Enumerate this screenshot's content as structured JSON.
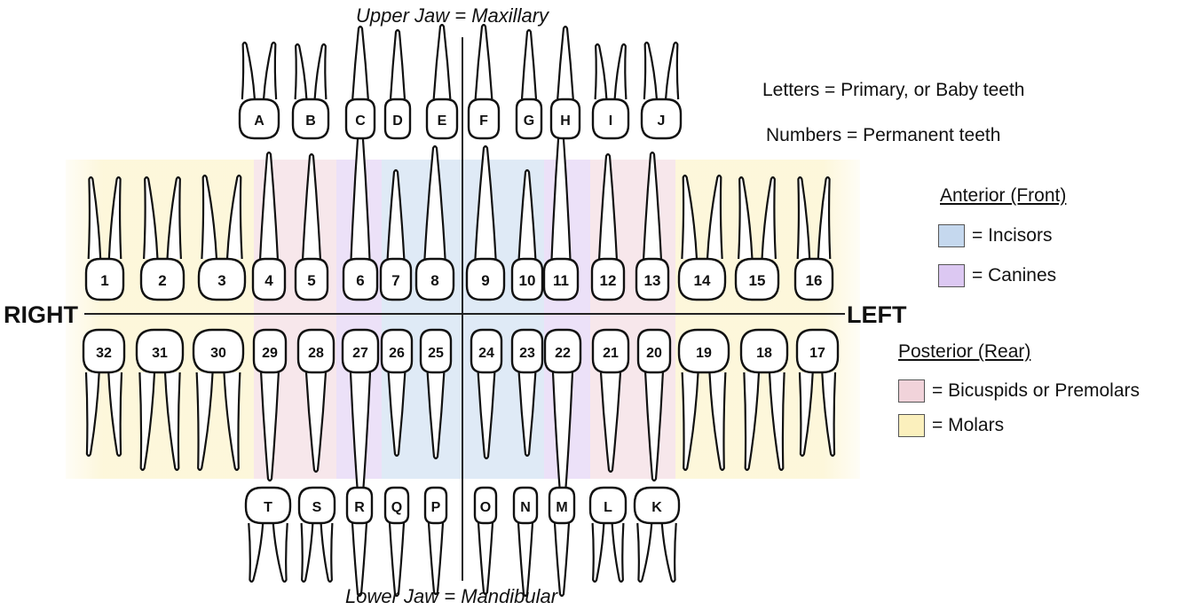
{
  "captions": {
    "upper_jaw": "Upper Jaw = Maxillary",
    "lower_jaw": "Lower Jaw = Mandibular",
    "right": "RIGHT",
    "left": "LEFT"
  },
  "legend": {
    "letters_note": "Letters = Primary, or Baby teeth",
    "numbers_note": "Numbers = Permanent teeth",
    "anterior_heading": "Anterior (Front)",
    "incisors": {
      "label": "= Incisors",
      "color": "#c5d8ee"
    },
    "canines": {
      "label": "= Canines",
      "color": "#dcc8f2"
    },
    "posterior_heading": "Posterior (Rear)",
    "bicuspids": {
      "label": "= Bicuspids or Premolars",
      "color": "#f1d3da"
    },
    "molars": {
      "label": "= Molars",
      "color": "#fbf0bd"
    }
  },
  "teeth": {
    "primary_upper": [
      "A",
      "B",
      "C",
      "D",
      "E",
      "F",
      "G",
      "H",
      "I",
      "J"
    ],
    "permanent_upper": [
      "1",
      "2",
      "3",
      "4",
      "5",
      "6",
      "7",
      "8",
      "9",
      "10",
      "11",
      "12",
      "13",
      "14",
      "15",
      "16"
    ],
    "permanent_lower": [
      "32",
      "31",
      "30",
      "29",
      "28",
      "27",
      "26",
      "25",
      "24",
      "23",
      "22",
      "21",
      "20",
      "19",
      "18",
      "17"
    ],
    "primary_lower": [
      "T",
      "S",
      "R",
      "Q",
      "P",
      "O",
      "N",
      "M",
      "L",
      "K"
    ]
  }
}
